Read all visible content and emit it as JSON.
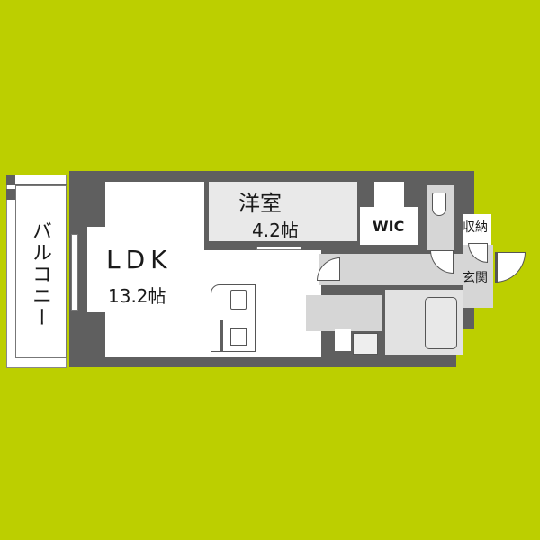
{
  "colors": {
    "background": "#bccf00",
    "wall": "#5f5f5f",
    "floor": "#ffffff",
    "wet_area": "#d6d6d6"
  },
  "rooms": {
    "balcony": {
      "label": "バルコニー"
    },
    "ldk": {
      "name": "LDK",
      "size": "13.2帖"
    },
    "western_room": {
      "name": "洋室",
      "size": "4.2帖"
    },
    "wic": {
      "label": "WIC"
    },
    "storage": {
      "label": "収納"
    },
    "entrance": {
      "label": "玄関"
    }
  },
  "fixtures": [
    "kitchen-sink",
    "stove",
    "toilet",
    "washbasin",
    "bathtub",
    "washing-machine-pan"
  ]
}
